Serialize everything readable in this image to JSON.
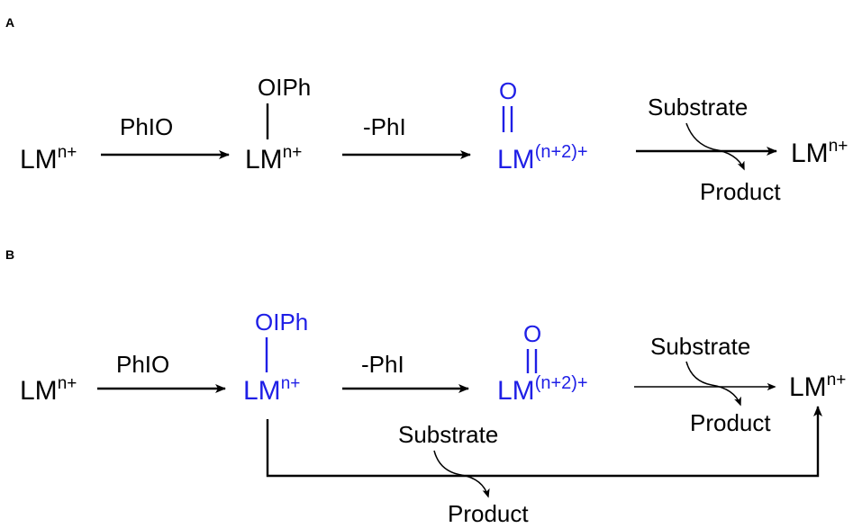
{
  "panels": {
    "a": {
      "label": "A",
      "start": {
        "base": "LM",
        "charge": "n+"
      },
      "reagent1": "PhIO",
      "intermediate": {
        "ligand": "OIPh",
        "base": "LM",
        "charge": "n+"
      },
      "reagent2": "-PhI",
      "oxo": {
        "atom": "O",
        "base": "LM",
        "charge": "(n+2)+"
      },
      "substrate": "Substrate",
      "product": "Product",
      "end": {
        "base": "LM",
        "charge": "n+"
      }
    },
    "b": {
      "label": "B",
      "start": {
        "base": "LM",
        "charge": "n+"
      },
      "reagent1": "PhIO",
      "intermediate": {
        "ligand": "OIPh",
        "base": "LM",
        "charge": "n+"
      },
      "reagent2": "-PhI",
      "oxo": {
        "atom": "O",
        "base": "LM",
        "charge": "(n+2)+"
      },
      "substrate_top": "Substrate",
      "product_top": "Product",
      "end": {
        "base": "LM",
        "charge": "n+"
      },
      "substrate_bottom": "Substrate",
      "product_bottom": "Product"
    }
  },
  "colors": {
    "highlight": "#1f1fe6",
    "default": "#000000"
  }
}
